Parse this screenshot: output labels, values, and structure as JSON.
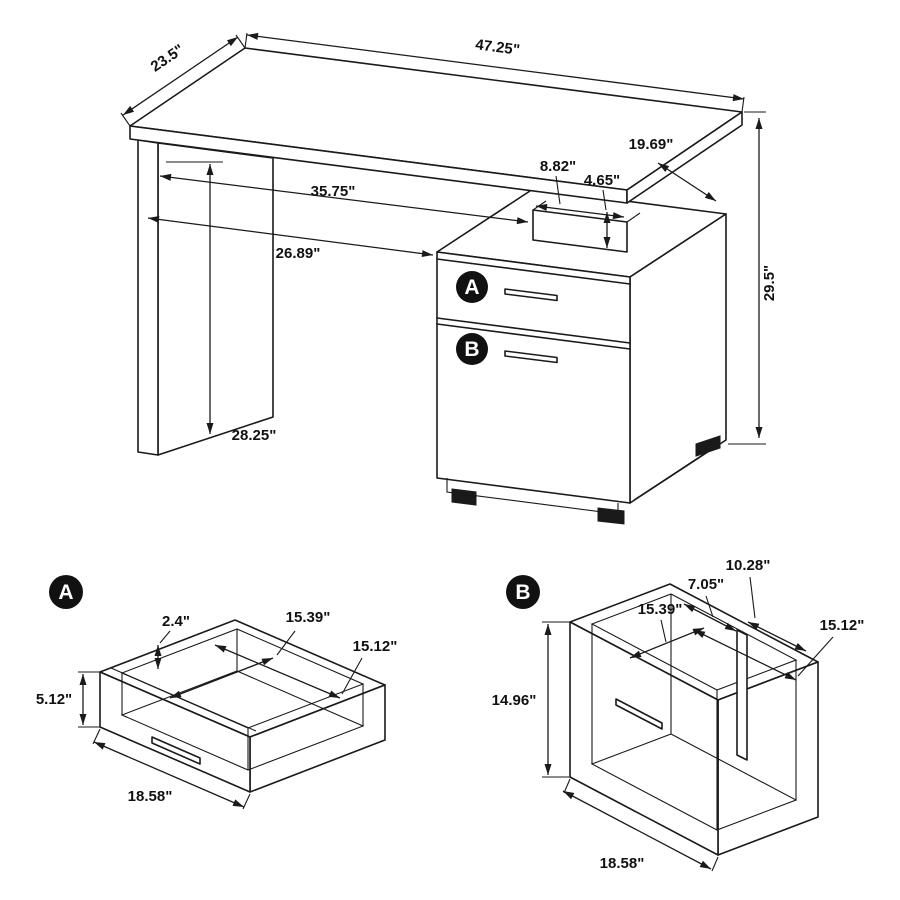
{
  "colors": {
    "line": "#1a1a1a",
    "background": "#ffffff",
    "badge_bg": "#111111",
    "badge_text": "#ffffff"
  },
  "main_view": {
    "dim_width_top": "47.25\"",
    "dim_depth_top": "23.5\"",
    "dim_opening_back": "35.75\"",
    "dim_opening_front": "26.89\"",
    "dim_panel_height": "28.25\"",
    "dim_overall_height": "29.5\"",
    "dim_cabinet_depth": "19.69\"",
    "dim_support_width": "8.82\"",
    "dim_support_height": "4.65\"",
    "drawer_a_label": "A",
    "drawer_b_label": "B"
  },
  "detail_a": {
    "badge": "A",
    "dim_lip": "2.4\"",
    "dim_inner_depth": "15.39\"",
    "dim_inner_width": "15.12\"",
    "dim_front_height": "5.12\"",
    "dim_outer_width": "18.58\""
  },
  "detail_b": {
    "badge": "B",
    "dim_back_right": "10.28\"",
    "dim_back_left": "7.05\"",
    "dim_inner_depth": "15.39\"",
    "dim_inner_width": "15.12\"",
    "dim_front_height": "14.96\"",
    "dim_outer_width": "18.58\""
  }
}
